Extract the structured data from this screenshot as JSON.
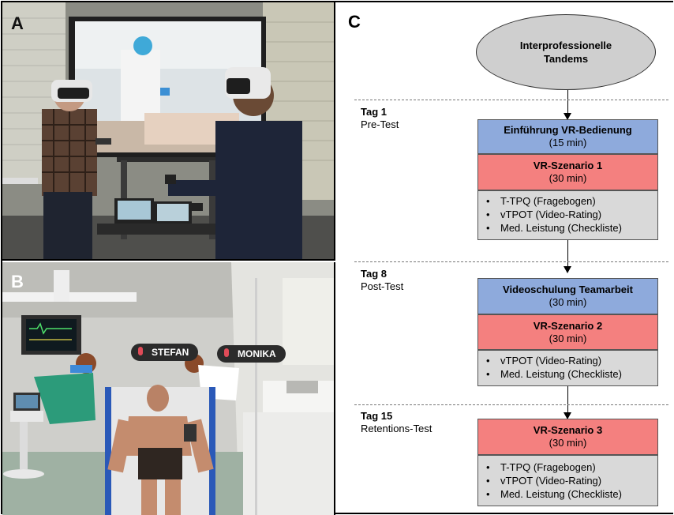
{
  "panels": {
    "a_label": "A",
    "b_label": "B",
    "c_label": "C"
  },
  "vr_scene": {
    "avatar_left": "STEFAN",
    "avatar_right": "MONIKA"
  },
  "flow": {
    "start": "Interprofessionelle Tandems",
    "phases": [
      {
        "day": "Tag 1",
        "test": "Pre-Test",
        "training_title": "Einführung VR-Bedienung",
        "training_duration": "(15 min)",
        "scenario_title": "VR-Szenario 1",
        "scenario_duration": "(30 min)",
        "measures": [
          "T-TPQ (Fragebogen)",
          "vTPOT (Video-Rating)",
          "Med. Leistung (Checkliste)"
        ]
      },
      {
        "day": "Tag 8",
        "test": "Post-Test",
        "training_title": "Videoschulung Teamarbeit",
        "training_duration": "(30 min)",
        "scenario_title": "VR-Szenario 2",
        "scenario_duration": "(30 min)",
        "measures": [
          "vTPOT (Video-Rating)",
          "Med. Leistung (Checkliste)"
        ]
      },
      {
        "day": "Tag 15",
        "test": "Retentions-Test",
        "scenario_title": "VR-Szenario 3",
        "scenario_duration": "(30 min)",
        "measures": [
          "T-TPQ (Fragebogen)",
          "vTPOT (Video-Rating)",
          "Med. Leistung (Checkliste)"
        ]
      }
    ]
  },
  "colors": {
    "ellipse": "#cfcfcf",
    "training": "#8eaadc",
    "scenario": "#f4807f",
    "measures": "#d9d9d9"
  }
}
